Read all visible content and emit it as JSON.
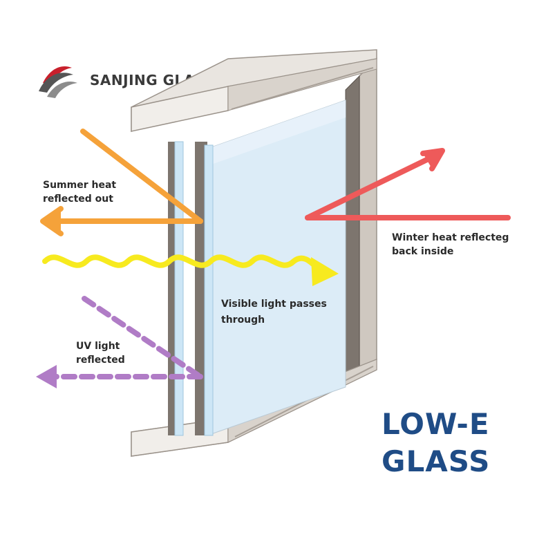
{
  "brand": {
    "name": "SANJING GLASS",
    "logo": "sanjing-swoosh-logo"
  },
  "labels": {
    "summer_heat": [
      "Summer heat",
      "reflected out"
    ],
    "winter_heat": [
      "Winter heat reflecteg",
      "back inside"
    ],
    "visible_light": [
      "Visible light passes",
      "through"
    ],
    "uv_light": [
      "UV light",
      "reflected"
    ]
  },
  "title": {
    "line1": "LOW-E",
    "line2": "GLASS"
  },
  "colors": {
    "summer_heat": "#f5a23a",
    "winter_heat": "#ee5a5a",
    "visible_light": "#f7ea1f",
    "uv_light": "#b07cc6",
    "title": "#1f4c86",
    "glass": "#dcecf7",
    "frame": "#e9e5e0"
  }
}
